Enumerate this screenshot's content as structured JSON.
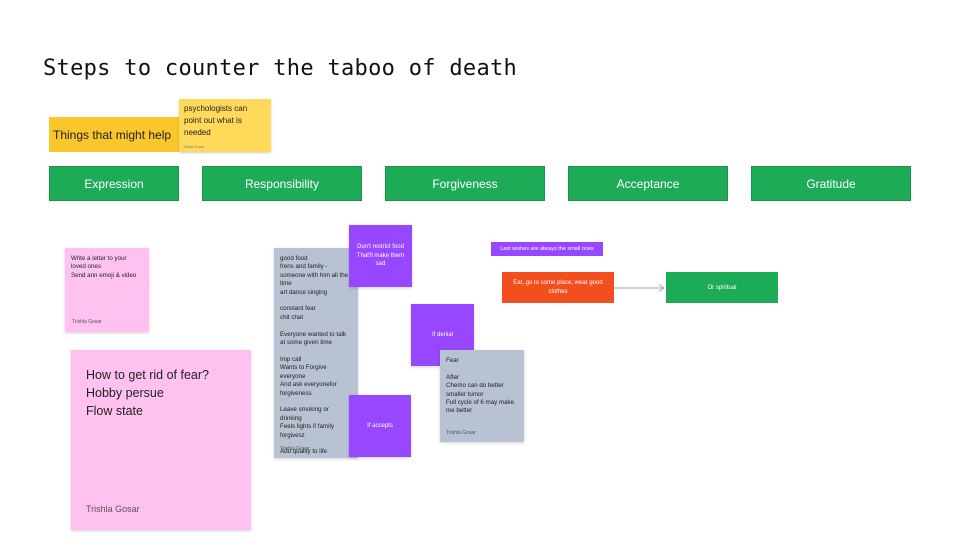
{
  "page": {
    "title": "Steps to counter the taboo of death"
  },
  "header_notes": {
    "things_label": "Things that might help",
    "psych_note": "psychologists can point out what is needed",
    "psych_author": "Trishla Gosar"
  },
  "categories": [
    {
      "label": "Expression"
    },
    {
      "label": "Responsibility"
    },
    {
      "label": "Forgiveness"
    },
    {
      "label": "Acceptance"
    },
    {
      "label": "Gratitude"
    }
  ],
  "expression_note": {
    "text": "Write a letter to your loved ones\nSend ann emoji & video",
    "author": "Trishla Gosar"
  },
  "fear_note": {
    "lines": [
      "How to get rid of fear?",
      "Hobby persue",
      "Flow state"
    ],
    "author": "Trishla Gosar"
  },
  "responsibility_note": {
    "text": "good food\nfrens and family - someone with him all the time\nart dance singing\n\nconstant fear\nchit chat\n\nEveryone wanted to talk at some given time\n\nImp call\nWants to Forgive everyone\nAnd ask everyonefor forgiveness\n\nLeave smoking or drinking\nFeels lights if family forgivesz\n\nAdd quality to life",
    "author": "Trishla Gosar"
  },
  "purple_notes": {
    "dont_restrict": "Don't restrict food That'll make them sad",
    "if_accepts": "If accepts",
    "if_denial": "If denial"
  },
  "forgiveness_note": {
    "text": "Fear\n\nAfter\nChemo can do better\nsmaller tumor\nFull cycle of 6 may make me better",
    "author": "Trishla Gosar"
  },
  "acceptance": {
    "last_wishes": "Last wishes are always the small ones",
    "eat_go": "Eat, go to some place, wear good clothes",
    "or_spiritual": "Or spiritual"
  },
  "colors": {
    "green": "#1eab58",
    "yellow": "#fbc52c",
    "pink": "#ffc2f0",
    "purple": "#9747ff",
    "orange": "#f24e1e",
    "grey": "#b8c2d2"
  }
}
